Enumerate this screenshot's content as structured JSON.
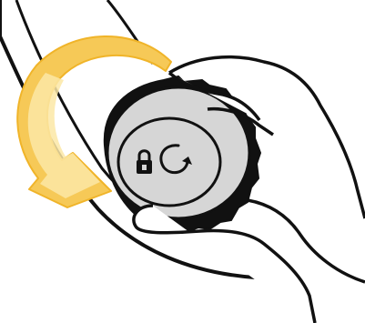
{
  "illustration": {
    "icons": {
      "rotate_arrow": "curved-arrow-counterclockwise",
      "lock": "padlock",
      "rotate_symbol": "rotate-clockwise"
    },
    "colors": {
      "outline": "#111111",
      "dial_face": "#d6d6d6",
      "arrow_fill": "#f6c957",
      "arrow_highlight": "#fce7a6",
      "background": "#ffffff"
    }
  }
}
